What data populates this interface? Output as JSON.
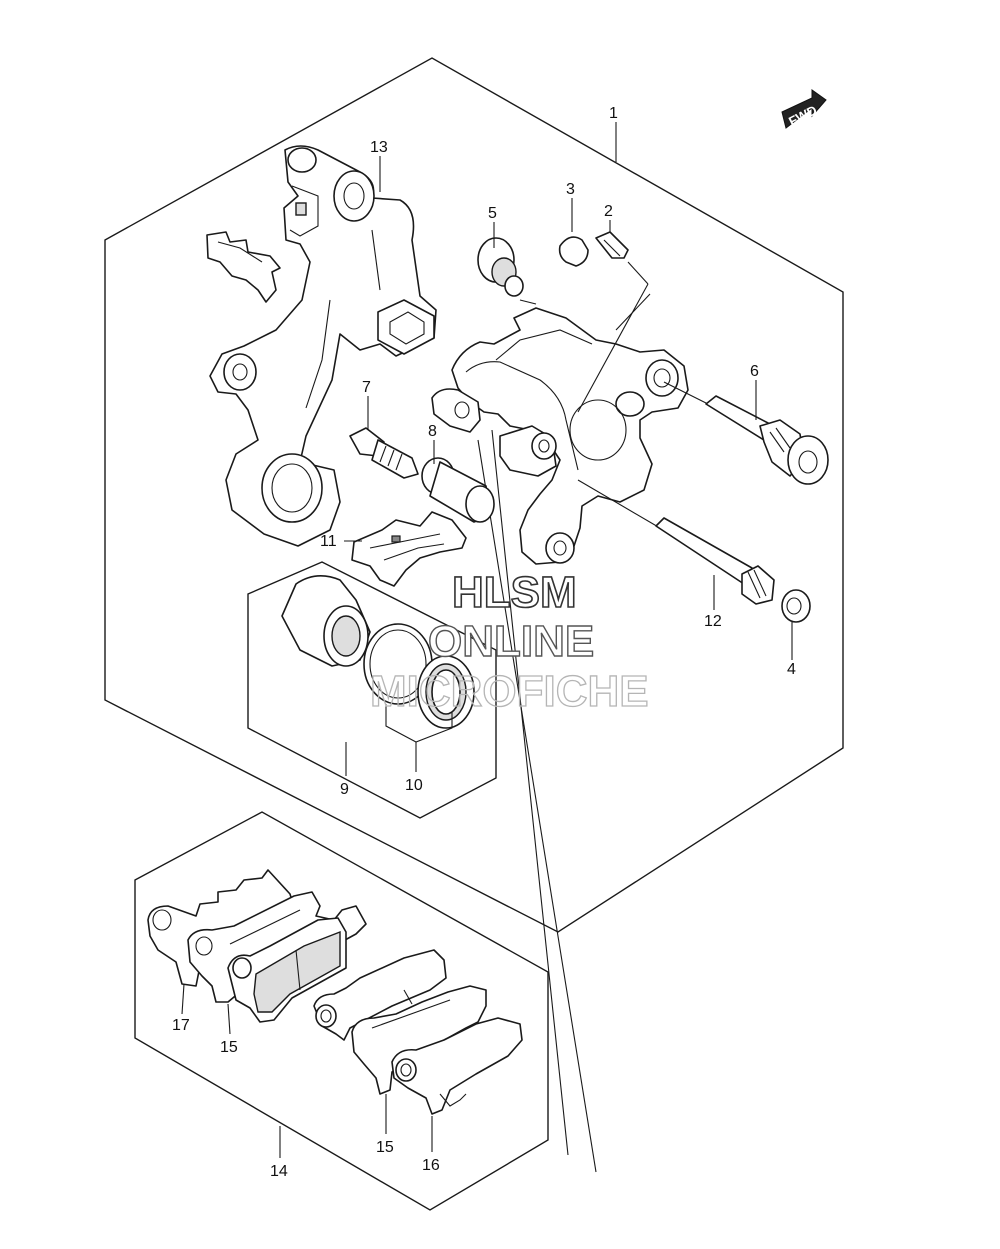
{
  "watermark": {
    "line1": "HLSM",
    "line2": "ONLINE",
    "line3": "MICROFICHE"
  },
  "fwd_arrow": {
    "label": "FWD",
    "icon": "fwd-arrow-icon"
  },
  "callouts": [
    {
      "id": "1",
      "label": "1"
    },
    {
      "id": "2",
      "label": "2"
    },
    {
      "id": "3",
      "label": "3"
    },
    {
      "id": "4",
      "label": "4"
    },
    {
      "id": "5",
      "label": "5"
    },
    {
      "id": "6",
      "label": "6"
    },
    {
      "id": "7",
      "label": "7"
    },
    {
      "id": "8",
      "label": "8"
    },
    {
      "id": "9",
      "label": "9"
    },
    {
      "id": "10",
      "label": "10"
    },
    {
      "id": "11",
      "label": "11"
    },
    {
      "id": "12",
      "label": "12"
    },
    {
      "id": "13",
      "label": "13"
    },
    {
      "id": "14",
      "label": "14"
    },
    {
      "id": "15a",
      "label": "15"
    },
    {
      "id": "15b",
      "label": "15"
    },
    {
      "id": "16",
      "label": "16"
    },
    {
      "id": "17",
      "label": "17"
    }
  ]
}
